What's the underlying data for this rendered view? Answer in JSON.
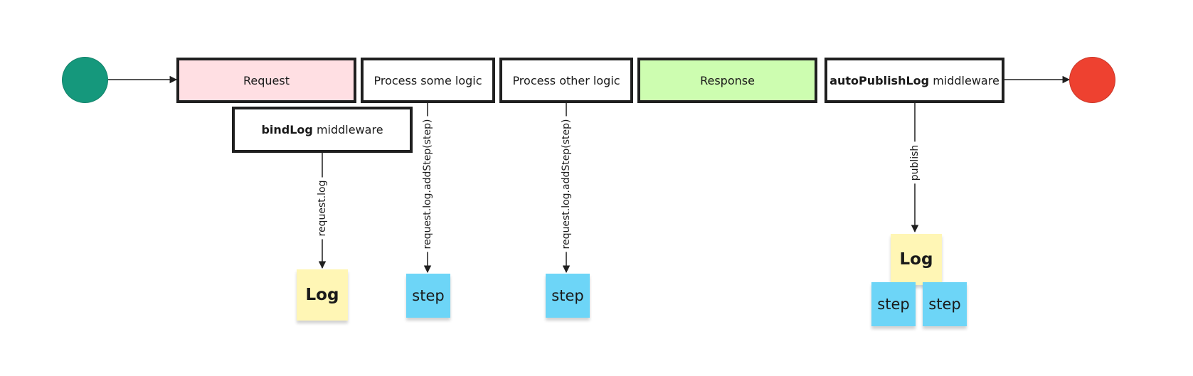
{
  "colors": {
    "start": "#15987c",
    "end": "#ee4130",
    "request_fill": "#ffdfe3",
    "response_fill": "#cdfdb0",
    "log_sticky": "#fff6b5",
    "step_sticky": "#6dd5f7",
    "stroke": "#1f1f1f"
  },
  "nodes": {
    "start": "start-node",
    "end": "end-node"
  },
  "boxes": {
    "request": "Request",
    "process_some": "Process some logic",
    "process_other": "Process other logic",
    "response": "Response",
    "auto_publish_bold": "autoPublishLog",
    "auto_publish_rest": " middleware",
    "bind_log_bold": "bindLog",
    "bind_log_rest": " middleware"
  },
  "edges": {
    "request_log": "request.log",
    "add_step_1": "request.log.addStep(step)",
    "add_step_2": "request.log.addStep(step)",
    "publish": "publish"
  },
  "stickies": {
    "log_1": "Log",
    "step_1": "step",
    "step_2": "step",
    "log_2": "Log",
    "step_3": "step",
    "step_4": "step"
  }
}
